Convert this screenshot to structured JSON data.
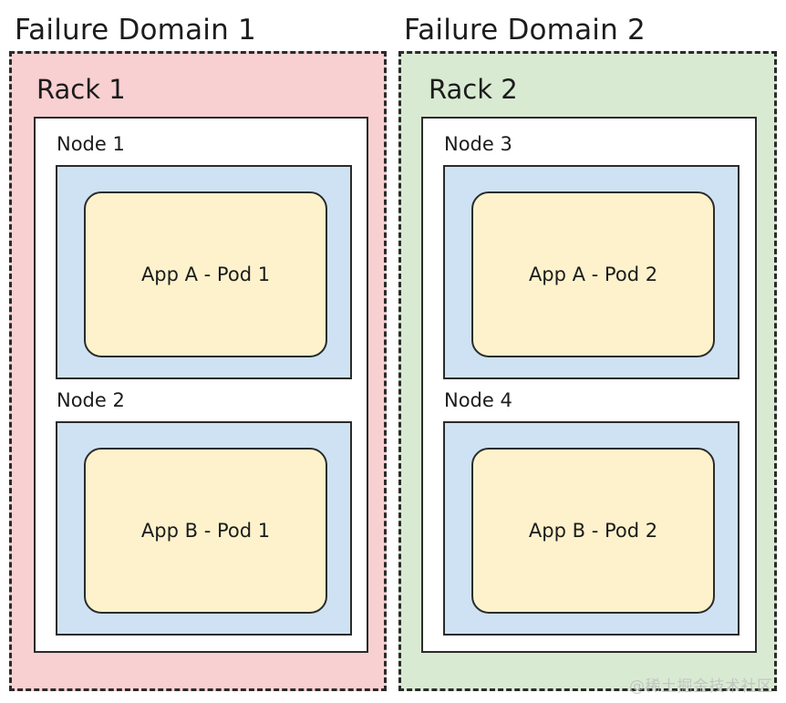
{
  "diagram": {
    "watermark": "@稀土掘金技术社区",
    "colors": {
      "domain1_fill": "#f8d0d1",
      "domain2_fill": "#d9ead3",
      "node_fill": "#cfe2f3",
      "pod_fill": "#fdf2cc",
      "stroke": "#2b2b2b",
      "rack_fill": "#ffffff"
    },
    "domains": [
      {
        "title": "Failure Domain 1",
        "rack": {
          "title": "Rack 1",
          "nodes": [
            {
              "label": "Node 1",
              "pod": "App A - Pod 1"
            },
            {
              "label": "Node 2",
              "pod": "App B - Pod 1"
            }
          ]
        }
      },
      {
        "title": "Failure Domain 2",
        "rack": {
          "title": "Rack 2",
          "nodes": [
            {
              "label": "Node 3",
              "pod": "App A - Pod 2"
            },
            {
              "label": "Node 4",
              "pod": "App B - Pod 2"
            }
          ]
        }
      }
    ]
  }
}
